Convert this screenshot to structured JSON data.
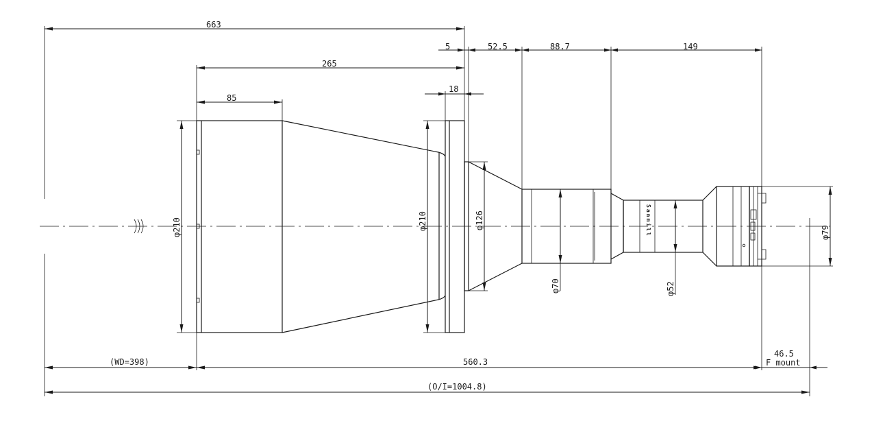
{
  "dimensions": {
    "d663": "663",
    "d265": "265",
    "d85": "85",
    "d5": "5",
    "d18": "18",
    "d52_5": "52.5",
    "d88_7": "88.7",
    "d149": "149",
    "wd": "(WD=398)",
    "d560_3": "560.3",
    "flange": "46.5",
    "mount": "F mount",
    "oi": "(O/I=1004.8)"
  },
  "diameters": {
    "front": "210",
    "flange": "210",
    "cone": "126",
    "tube": "70",
    "neck": "52",
    "rear": "79"
  },
  "barrel_marking": "Sanmill",
  "phi_symbol": "φ"
}
